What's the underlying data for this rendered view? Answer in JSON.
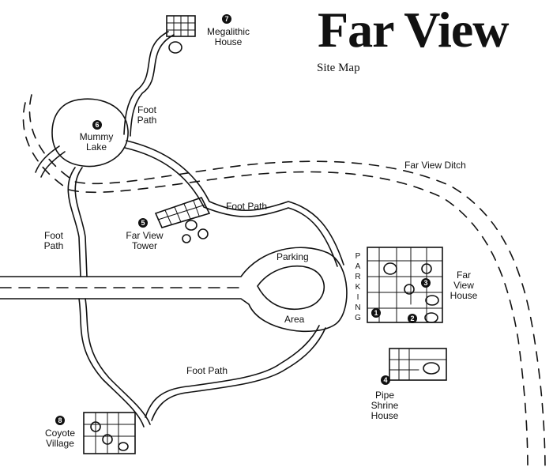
{
  "title": "Far View",
  "subtitle": "Site Map",
  "sites": [
    {
      "num": "1",
      "label_lines": []
    },
    {
      "num": "2",
      "label_lines": []
    },
    {
      "num": "3",
      "label_lines": [
        "Far",
        "View",
        "House"
      ]
    },
    {
      "num": "4",
      "label_lines": [
        "Pipe",
        "Shrine",
        "House"
      ]
    },
    {
      "num": "5",
      "label_lines": [
        "Far View",
        "Tower"
      ]
    },
    {
      "num": "6",
      "label_lines": [
        "Mummy",
        "Lake"
      ]
    },
    {
      "num": "7",
      "label_lines": [
        "Megalithic",
        "House"
      ]
    },
    {
      "num": "8",
      "label_lines": [
        "Coyote",
        "Village"
      ]
    }
  ],
  "labels": {
    "foot_path_upper": [
      "Foot",
      "Path"
    ],
    "foot_path_left": [
      "Foot",
      "Path"
    ],
    "foot_path_center": "Foot Path",
    "foot_path_lower": "Foot Path",
    "ditch": "Far View Ditch",
    "parking": "Parking",
    "area": "Area",
    "parking_vertical": [
      "P",
      "A",
      "R",
      "K",
      "I",
      "N",
      "G"
    ]
  }
}
